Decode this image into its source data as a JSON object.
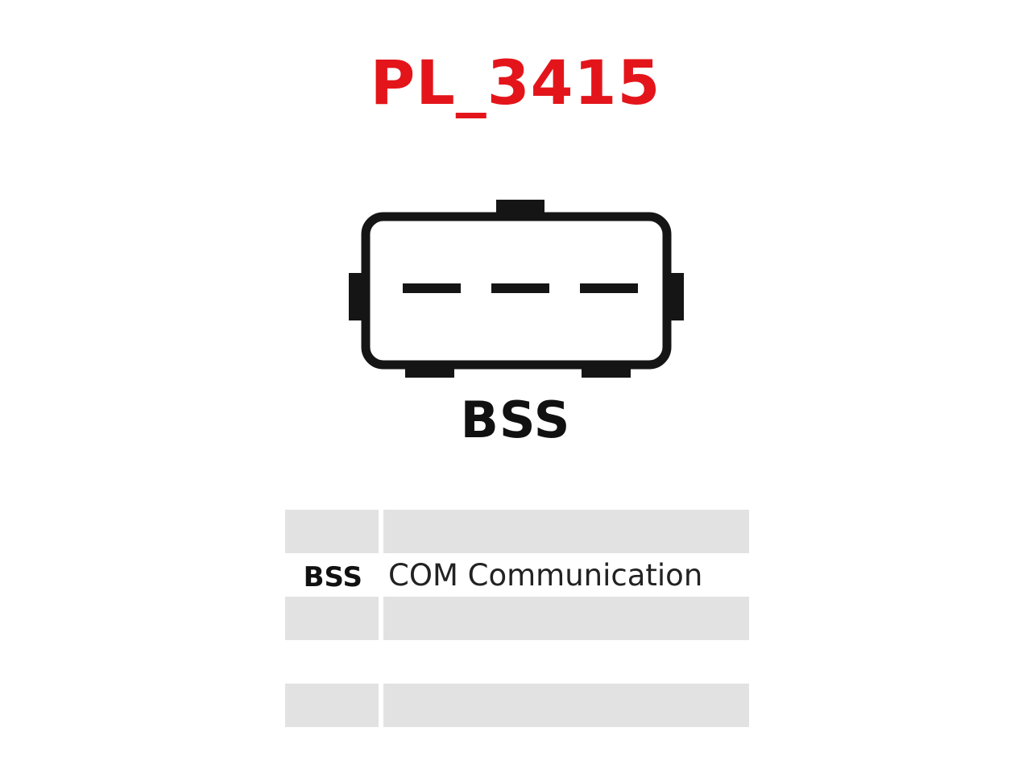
{
  "title": "PL_3415",
  "colors": {
    "title": "#e3151b",
    "connector_outline": "#151515",
    "row_fill": "#e2e2e2"
  },
  "connector": {
    "label": "BSS"
  },
  "pin_table": {
    "rows": [
      {
        "code": "",
        "description": "",
        "filled": true
      },
      {
        "code": "BSS",
        "description": "COM Communication",
        "filled": false
      },
      {
        "code": "",
        "description": "",
        "filled": true
      },
      {
        "code": "",
        "description": "",
        "filled": false
      },
      {
        "code": "",
        "description": "",
        "filled": true
      }
    ]
  }
}
